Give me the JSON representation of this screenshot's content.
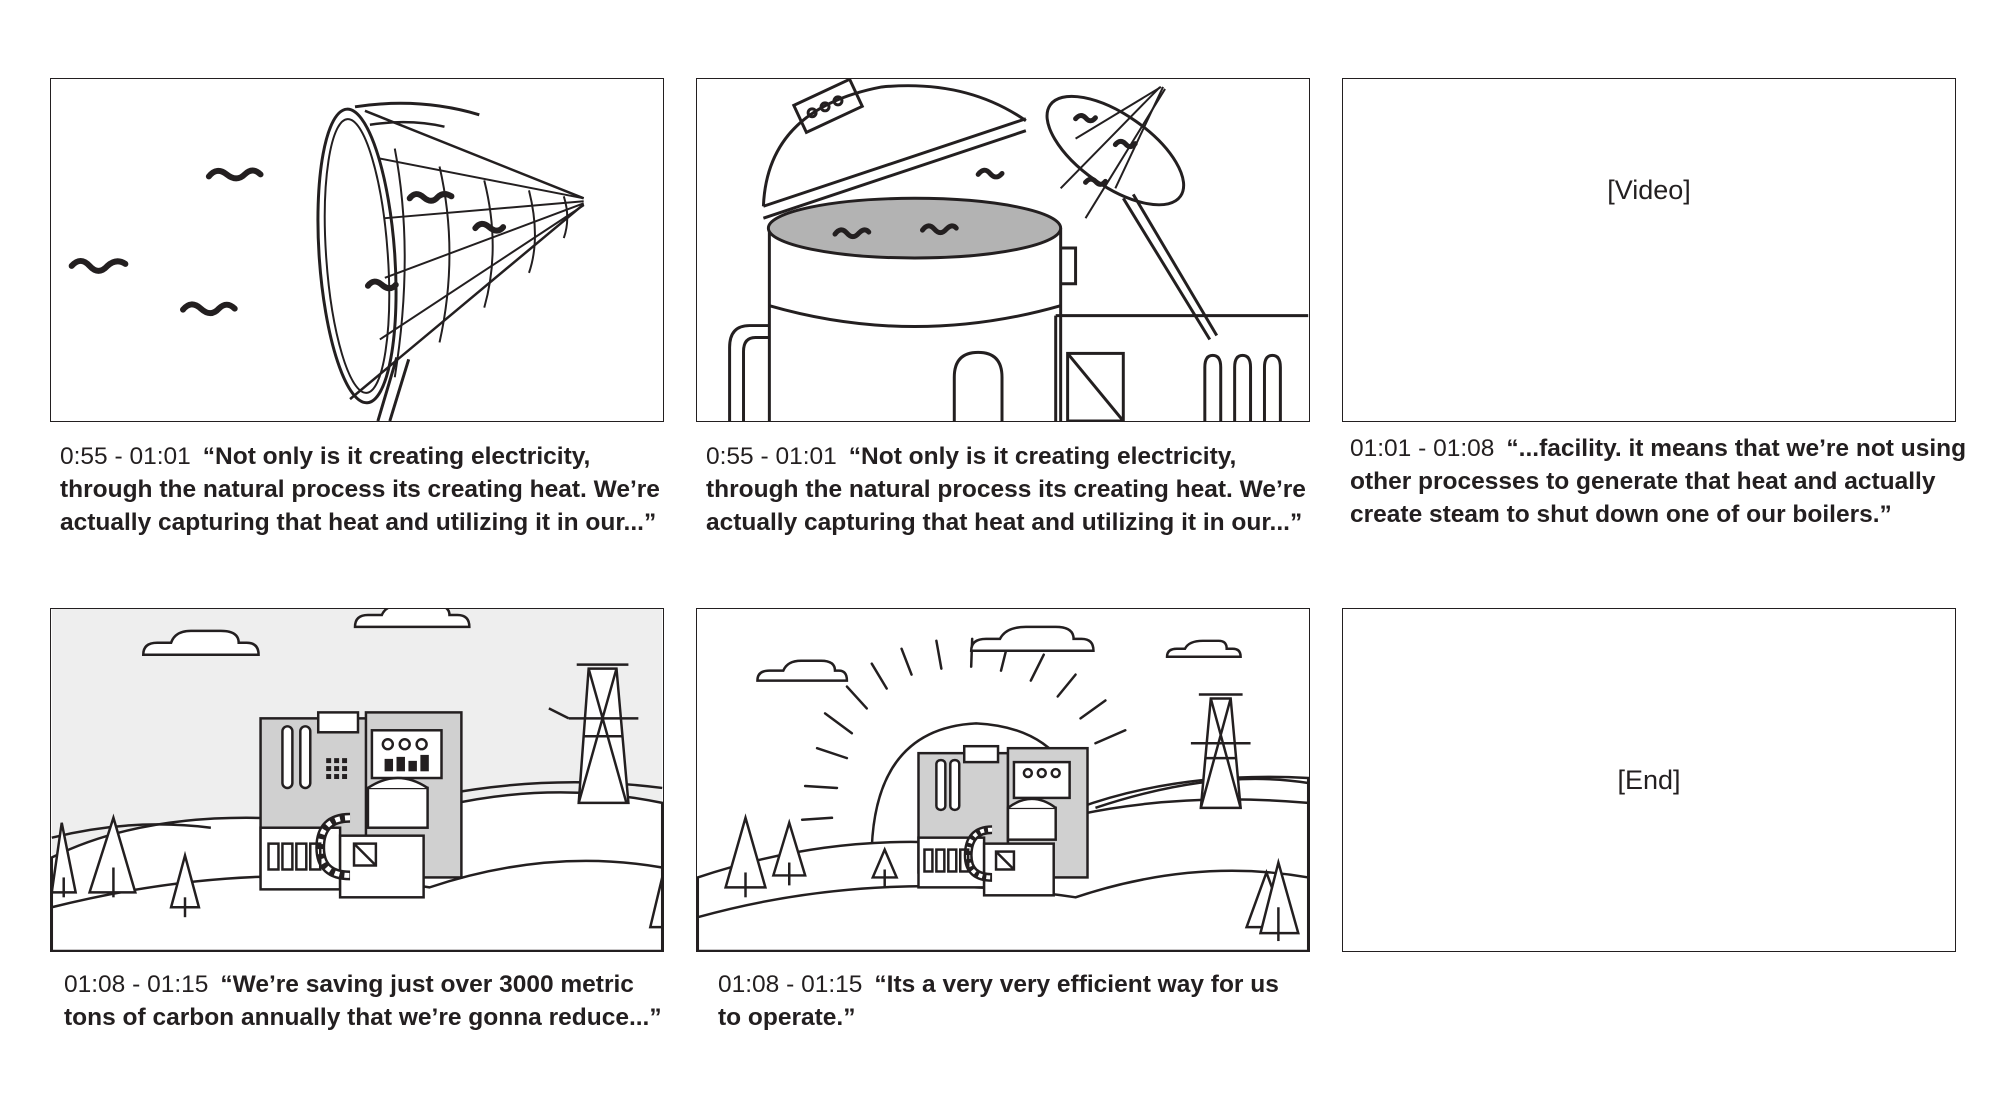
{
  "frames": [
    {
      "id": "net",
      "timecode": "0:55 - 01:01",
      "quote": "“Not only is it creating electricity, through the natural process its creating heat. We’re actually capturing that heat and utilizing it in our...”"
    },
    {
      "id": "tank",
      "timecode": "0:55 - 01:01",
      "quote": "“Not only is it creating electricity, through the natural process its creating heat. We’re actually capturing that heat and utilizing it in our...”"
    },
    {
      "id": "video",
      "placeholder": "[Video]",
      "timecode": "01:01 - 01:08",
      "quote": "“...facility. it means that we’re not using other processes to generate that heat and actually create steam to shut down one of our boilers.”"
    },
    {
      "id": "landscape",
      "timecode": "01:08 - 01:15",
      "quote": "“We’re saving just over 3000 metric tons of carbon annually that we’re gonna reduce...”"
    },
    {
      "id": "sunrise",
      "timecode": "01:08 - 01:15",
      "quote": "“Its a very very efficient way for us to operate.”"
    },
    {
      "id": "end",
      "placeholder": "[End]"
    }
  ],
  "colors": {
    "ink": "#231f20",
    "sky": "#eeeeee",
    "fill": "#b3b3b3",
    "building": "#d0d0d0"
  }
}
